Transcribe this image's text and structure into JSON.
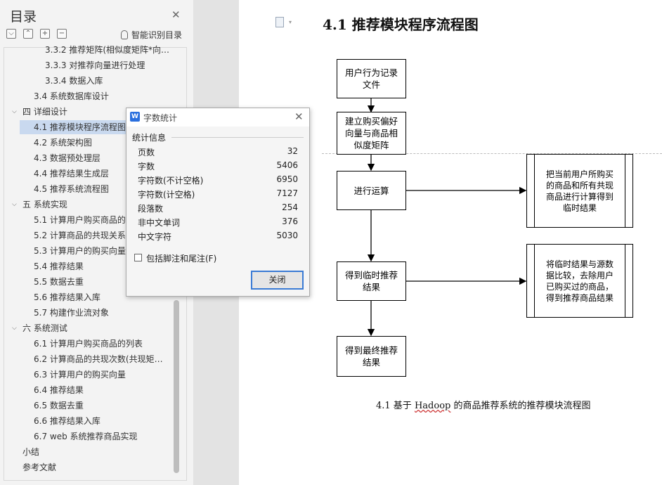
{
  "nav": {
    "title": "目录",
    "smart_label": "智能识别目录",
    "tool_buttons": [
      "⌵",
      "⌃",
      "+",
      "−"
    ],
    "items": [
      {
        "label": "3.3.2 推荐矩阵(相似度矩阵*向…",
        "level": 3
      },
      {
        "label": "3.3.3 对推荐向量进行处理",
        "level": 3
      },
      {
        "label": "3.3.4 数据入库",
        "level": 3
      },
      {
        "label": "3.4 系统数据库设计",
        "level": 2
      },
      {
        "label": "四  详细设计",
        "level": 1,
        "expanded": true
      },
      {
        "label": "4.1 推荐模块程序流程图",
        "level": 2,
        "selected": true
      },
      {
        "label": "4.2 系统架构图",
        "level": 2
      },
      {
        "label": "4.3 数据预处理层",
        "level": 2
      },
      {
        "label": "4.4 推荐结果生成层",
        "level": 2
      },
      {
        "label": "4.5 推荐系统流程图",
        "level": 2
      },
      {
        "label": "五  系统实现",
        "level": 1,
        "expanded": true
      },
      {
        "label": "5.1 计算用户购买商品的列表",
        "level": 2
      },
      {
        "label": "5.2 计算商品的共现关系",
        "level": 2
      },
      {
        "label": "5.3 计算用户的购买向量",
        "level": 2
      },
      {
        "label": "5.4 推荐结果",
        "level": 2
      },
      {
        "label": "5.5 数据去重",
        "level": 2
      },
      {
        "label": "5.6 推荐结果入库",
        "level": 2
      },
      {
        "label": "5.7 构建作业流对象",
        "level": 2
      },
      {
        "label": "六  系统测试",
        "level": 1,
        "expanded": true
      },
      {
        "label": "6.1 计算用户购买商品的列表",
        "level": 2
      },
      {
        "label": "6.2 计算商品的共现次数(共现矩…",
        "level": 2
      },
      {
        "label": "6.3 计算用户的购买向量",
        "level": 2
      },
      {
        "label": "6.4 推荐结果",
        "level": 2
      },
      {
        "label": "6.5 数据去重",
        "level": 2
      },
      {
        "label": "6.6 推荐结果入库",
        "level": 2
      },
      {
        "label": "6.7 web 系统推荐商品实现",
        "level": 2
      },
      {
        "label": "小结",
        "level": 1
      },
      {
        "label": "参考文献",
        "level": 1
      }
    ]
  },
  "dialog": {
    "title": "字数统计",
    "group_label": "统计信息",
    "stats": [
      {
        "label": "页数",
        "value": "32"
      },
      {
        "label": "字数",
        "value": "5406"
      },
      {
        "label": "字符数(不计空格)",
        "value": "6950"
      },
      {
        "label": "字符数(计空格)",
        "value": "7127"
      },
      {
        "label": "段落数",
        "value": "254"
      },
      {
        "label": "非中文单词",
        "value": "376"
      },
      {
        "label": "中文字符",
        "value": "5030"
      }
    ],
    "checkbox_label": "包括脚注和尾注(F)",
    "checkbox_checked": false,
    "close_button": "关闭"
  },
  "document": {
    "heading": "4.1 推荐模块程序流程图",
    "flow": {
      "step1": "用户行为记录\n文件",
      "step2": "建立购买偏好\n向量与商品相\n似度矩阵",
      "step3": "进行运算",
      "step4": "得到临时推荐\n结果",
      "step5": "得到最终推荐\n结果",
      "note1": "把当前用户所购买\n的商品和所有共现\n商品进行计算得到\n临时结果",
      "note2": "将临时结果与源数\n据比较，去除用户\n已购买过的商品，\n得到推荐商品结果"
    },
    "caption_prefix": "4.1 基于 ",
    "caption_word": "Hadoop",
    "caption_suffix": " 的商品推荐系统的推荐模块流程图"
  }
}
